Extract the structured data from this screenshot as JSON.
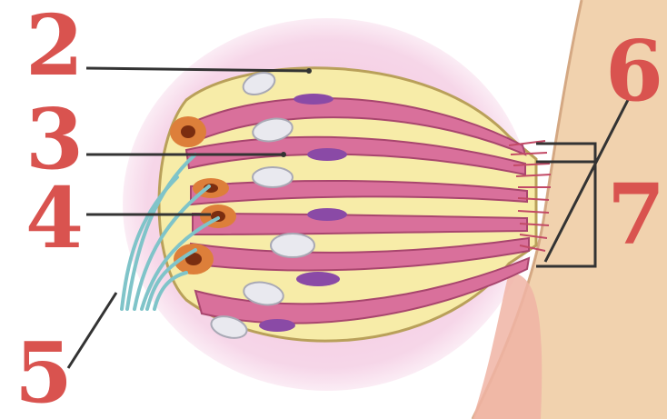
{
  "labels": {
    "l2": "2",
    "l3": "3",
    "l4": "4",
    "l5": "5",
    "l6": "6",
    "l7": "7"
  },
  "colors": {
    "label": "#d9534f",
    "leader": "#333333",
    "halo": "#efb5d6",
    "pale_cell": "#f7eca8",
    "pink_cell": "#d9709b",
    "pink_cell_edge": "#a8466e",
    "rod_nucleus": "#8a4aa6",
    "oval_nucleus": "#e9e9ef",
    "body_nucleus": "#7a2d10",
    "body_cell": "#dd7f3a",
    "nerve": "#7fc4c9",
    "gum": "#f1d2ae",
    "gum_edge": "#d4a883"
  }
}
